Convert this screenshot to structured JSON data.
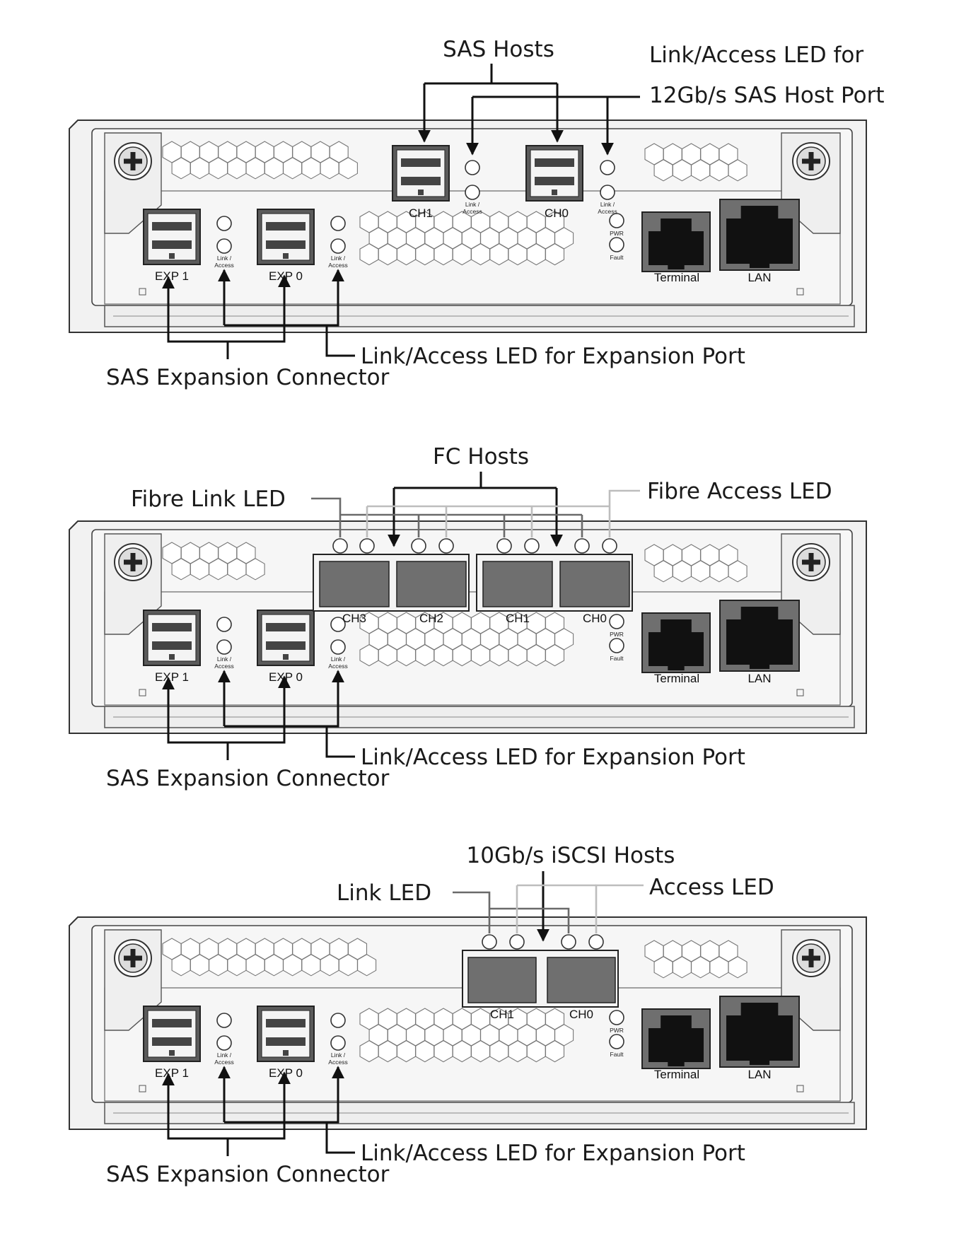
{
  "panels": [
    {
      "variant": "sas",
      "callouts": {
        "hosts": "SAS Hosts",
        "host_led_line1": "Link/Access LED for",
        "host_led_line2": "12Gb/s SAS Host Port",
        "exp_led": "Link/Access LED for Expansion Port",
        "exp_connector": "SAS Expansion Connector"
      },
      "ports": {
        "host_channels": [
          "CH1",
          "CH0"
        ],
        "expansion": [
          "EXP 1",
          "EXP 0"
        ],
        "terminal": "Terminal",
        "lan": "LAN"
      },
      "led_labels": {
        "link_access_1": "Link /",
        "link_access_2": "Access",
        "pwr": "PWR",
        "fault": "Fault"
      }
    },
    {
      "variant": "fc",
      "callouts": {
        "hosts": "FC Hosts",
        "link_led": "Fibre Link LED",
        "access_led": "Fibre Access LED",
        "exp_led": "Link/Access LED for Expansion Port",
        "exp_connector": "SAS Expansion Connector"
      },
      "ports": {
        "host_channels": [
          "CH3",
          "CH2",
          "CH1",
          "CH0"
        ],
        "expansion": [
          "EXP 1",
          "EXP 0"
        ],
        "terminal": "Terminal",
        "lan": "LAN"
      },
      "led_labels": {
        "link_access_1": "Link /",
        "link_access_2": "Access",
        "pwr": "PWR",
        "fault": "Fault"
      }
    },
    {
      "variant": "iscsi",
      "callouts": {
        "hosts": "10Gb/s iSCSI Hosts",
        "link_led": "Link LED",
        "access_led": "Access LED",
        "exp_led": "Link/Access LED for Expansion Port",
        "exp_connector": "SAS Expansion Connector"
      },
      "ports": {
        "host_channels": [
          "CH1",
          "CH0"
        ],
        "expansion": [
          "EXP 1",
          "EXP 0"
        ],
        "terminal": "Terminal",
        "lan": "LAN"
      },
      "led_labels": {
        "link_access_1": "Link /",
        "link_access_2": "Access",
        "pwr": "PWR",
        "fault": "Fault"
      }
    }
  ],
  "colors": {
    "line_dark": "#111111",
    "line_gray": "#bdbdbd",
    "line_mid": "#6a6a6a",
    "port_fill": "#6f6f6f",
    "rj45_fill": "#111111"
  }
}
